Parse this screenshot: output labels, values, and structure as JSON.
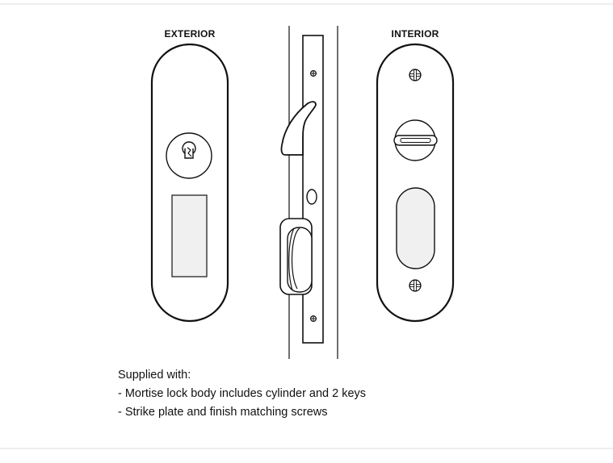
{
  "labels": {
    "exterior": "EXTERIOR",
    "interior": "INTERIOR"
  },
  "notes": {
    "heading": "Supplied with:",
    "items": [
      "- Mortise lock body includes cylinder and 2 keys",
      "- Strike plate and finish matching screws"
    ]
  },
  "icons": {
    "key_cylinder": "key-cylinder-icon",
    "thumb_turn": "thumb-turn-icon",
    "screw": "phillips-screw-icon"
  },
  "colors": {
    "line": "#111111",
    "panel_fill": "#ffffff",
    "insert_fill": "#f0f0f0",
    "divider": "#eeeeee"
  }
}
